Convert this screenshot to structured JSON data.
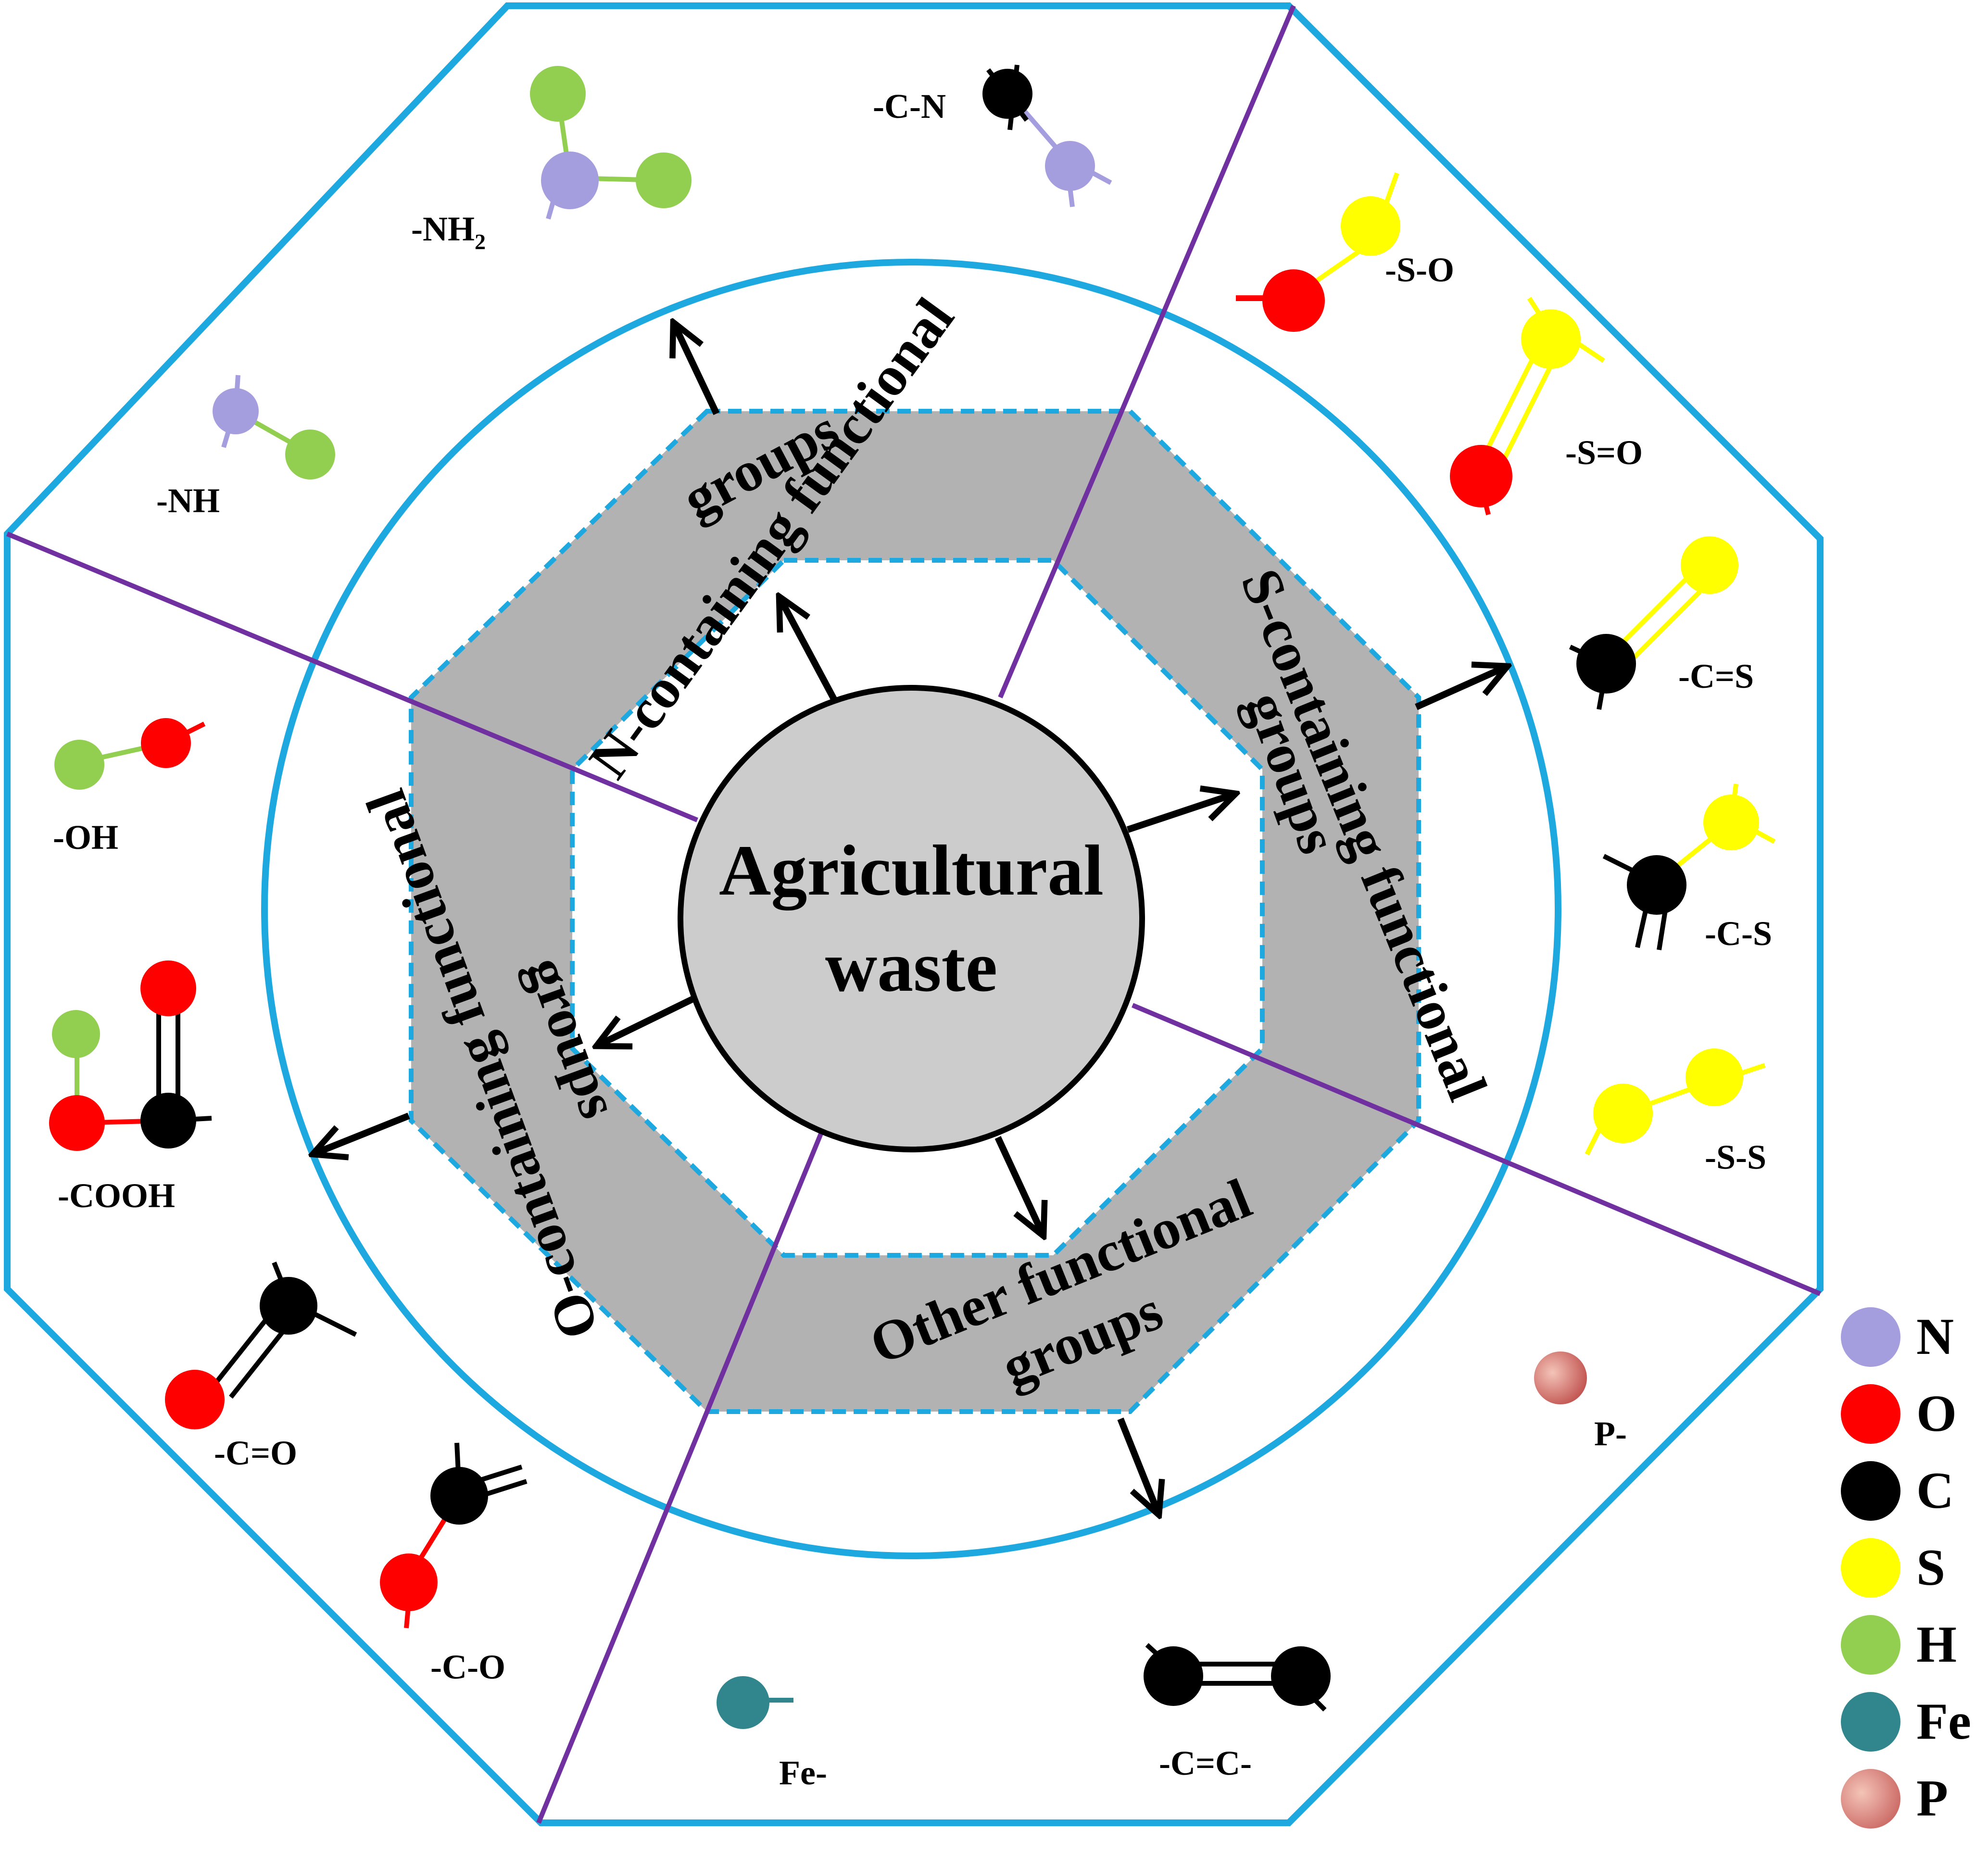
{
  "center": {
    "line1": "Agricultural",
    "line2": "waste"
  },
  "sections": {
    "n": {
      "line1": "N-containing functional",
      "line2": "groups"
    },
    "s": {
      "line1": "S-containing functional",
      "line2": "groups"
    },
    "o": {
      "line1": "O-containing functional",
      "line2": "groups"
    },
    "other": {
      "line1": "Other  functional",
      "line2": "groups"
    }
  },
  "groups": {
    "nh2": "-NH",
    "nh2_sub": "2",
    "cn": "-C-N",
    "nh": "-NH",
    "so": "-S-O",
    "s_eq_o": "-S=O",
    "c_eq_s": "-C=S",
    "cs": "-C-S",
    "ss": "-S-S",
    "oh": "-OH",
    "cooh": "-COOH",
    "c_eq_o": "-C=O",
    "co": "-C-O",
    "fe": "Fe-",
    "c_eq_c": "-C=C-",
    "p": "P-"
  },
  "legend": [
    {
      "label": "N",
      "color": "#a49edf"
    },
    {
      "label": "O",
      "color": "#fe0000"
    },
    {
      "label": "C",
      "color": "#000000"
    },
    {
      "label": "S",
      "color": "#ffff00"
    },
    {
      "label": "H",
      "color": "#92cf50"
    },
    {
      "label": "Fe",
      "color": "#31868e"
    },
    {
      "label": "P",
      "color": "#d08070"
    }
  ],
  "colors": {
    "outline": "#1ea8e0",
    "divider": "#7030a0",
    "band": "#b2b2b2",
    "center_fill": "#cccccc"
  }
}
